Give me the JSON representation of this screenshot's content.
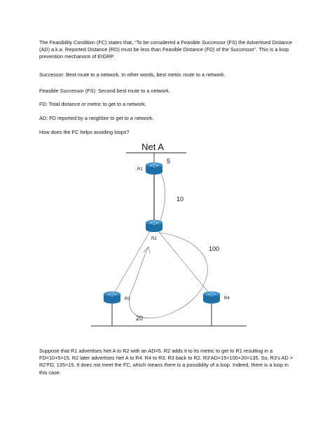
{
  "paragraphs": {
    "fc_definition": "The Feasibility Condition (FC) states that, “To be considered a Feasible Successor (FS) the Advertised Distance (AD) a.k.a. Reported Distance (RD) must be less than Feasible Distance (FD) of the Successor”. This is a loop prevention mechanism of EIGRP.",
    "successor": "Successor: Best route to a network. In other words, best metric route to a network.",
    "feasible_successor": "Feasible Successor (FS): Second best route to a network.",
    "fd": "FD: Total distance or metric to get to a network.",
    "ad": "AD: FD reported by a neighbor to get to a network.",
    "question": "How does the FC helps avoiding loops?",
    "explanation": "Suppose that R1 advertises Net A to R2 with an AD=5. R2 adds it to its metric to get to R1 resulting in a FD=10+5=15. R2 later advertises Net A to R4. R4 to R3, R3 back to R2. R3’AD=15+100+20=135. So, R3’s AD > R2’FD, 135>15. It does not meet the FC, which means there is a possibility of a loop. Indeed, there is a loop in this case."
  },
  "diagram": {
    "network_label": "Net A",
    "routers": {
      "r1": "R1",
      "r2": "R2",
      "r3": "R3",
      "r4": "R4"
    },
    "metrics": {
      "r1_net": "5",
      "r1_r2": "10",
      "r2_r4": "100",
      "r3_r4": "20"
    }
  }
}
